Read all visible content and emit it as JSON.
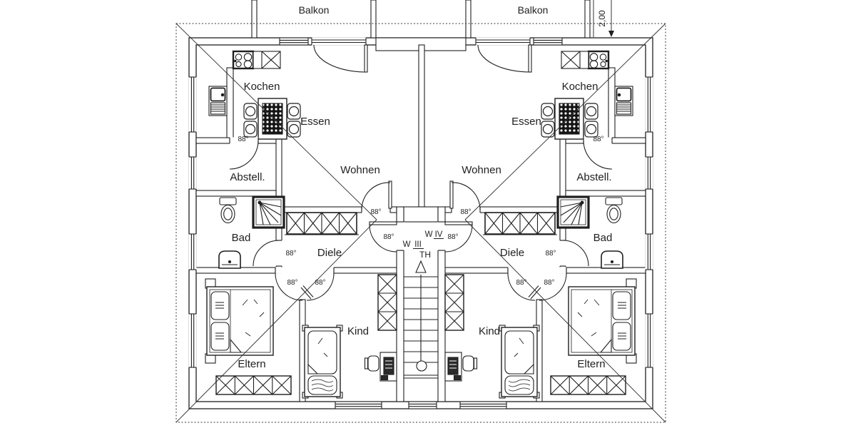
{
  "colors": {
    "ink": "#1f1f1f",
    "paper": "#ffffff"
  },
  "floorplan": {
    "balcony_label": "Balkon",
    "dimension_label": "2,00",
    "angle_label": "88°",
    "stairwell": {
      "th": "TH",
      "w_prefix": "W",
      "unit3": "III",
      "unit4": "IV"
    },
    "rooms": {
      "kitchen": "Kochen",
      "dining": "Essen",
      "living": "Wohnen",
      "storage": "Abstell.",
      "bath": "Bad",
      "hall": "Diele",
      "child": "Kind",
      "parents": "Eltern"
    }
  }
}
